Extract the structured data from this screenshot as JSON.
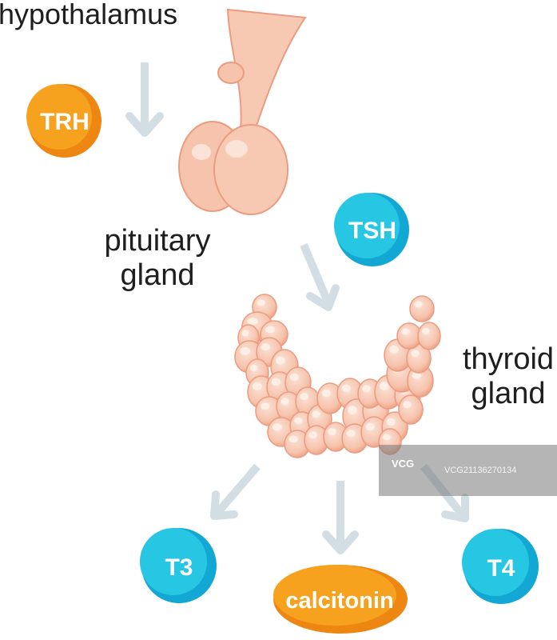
{
  "labels": {
    "hypothalamus": "hypothalamus",
    "pituitary_line1": "pituitary",
    "pituitary_line2": "gland",
    "thyroid_line1": "thyroid",
    "thyroid_line2": "gland"
  },
  "hormones": {
    "trh": "TRH",
    "tsh": "TSH",
    "t3": "T3",
    "t4": "T4",
    "calcitonin": "calcitonin"
  },
  "watermark": {
    "logo": "VCG",
    "id": "VCG21136270134"
  },
  "colors": {
    "orange_light": "#f7a21e",
    "orange_dark": "#ee8612",
    "cyan_light": "#27c6e2",
    "cyan_dark": "#13a8d3",
    "gland_fill": "#f7c9b3",
    "gland_shade": "#f0a88b",
    "arrow": "#d3dde4"
  }
}
